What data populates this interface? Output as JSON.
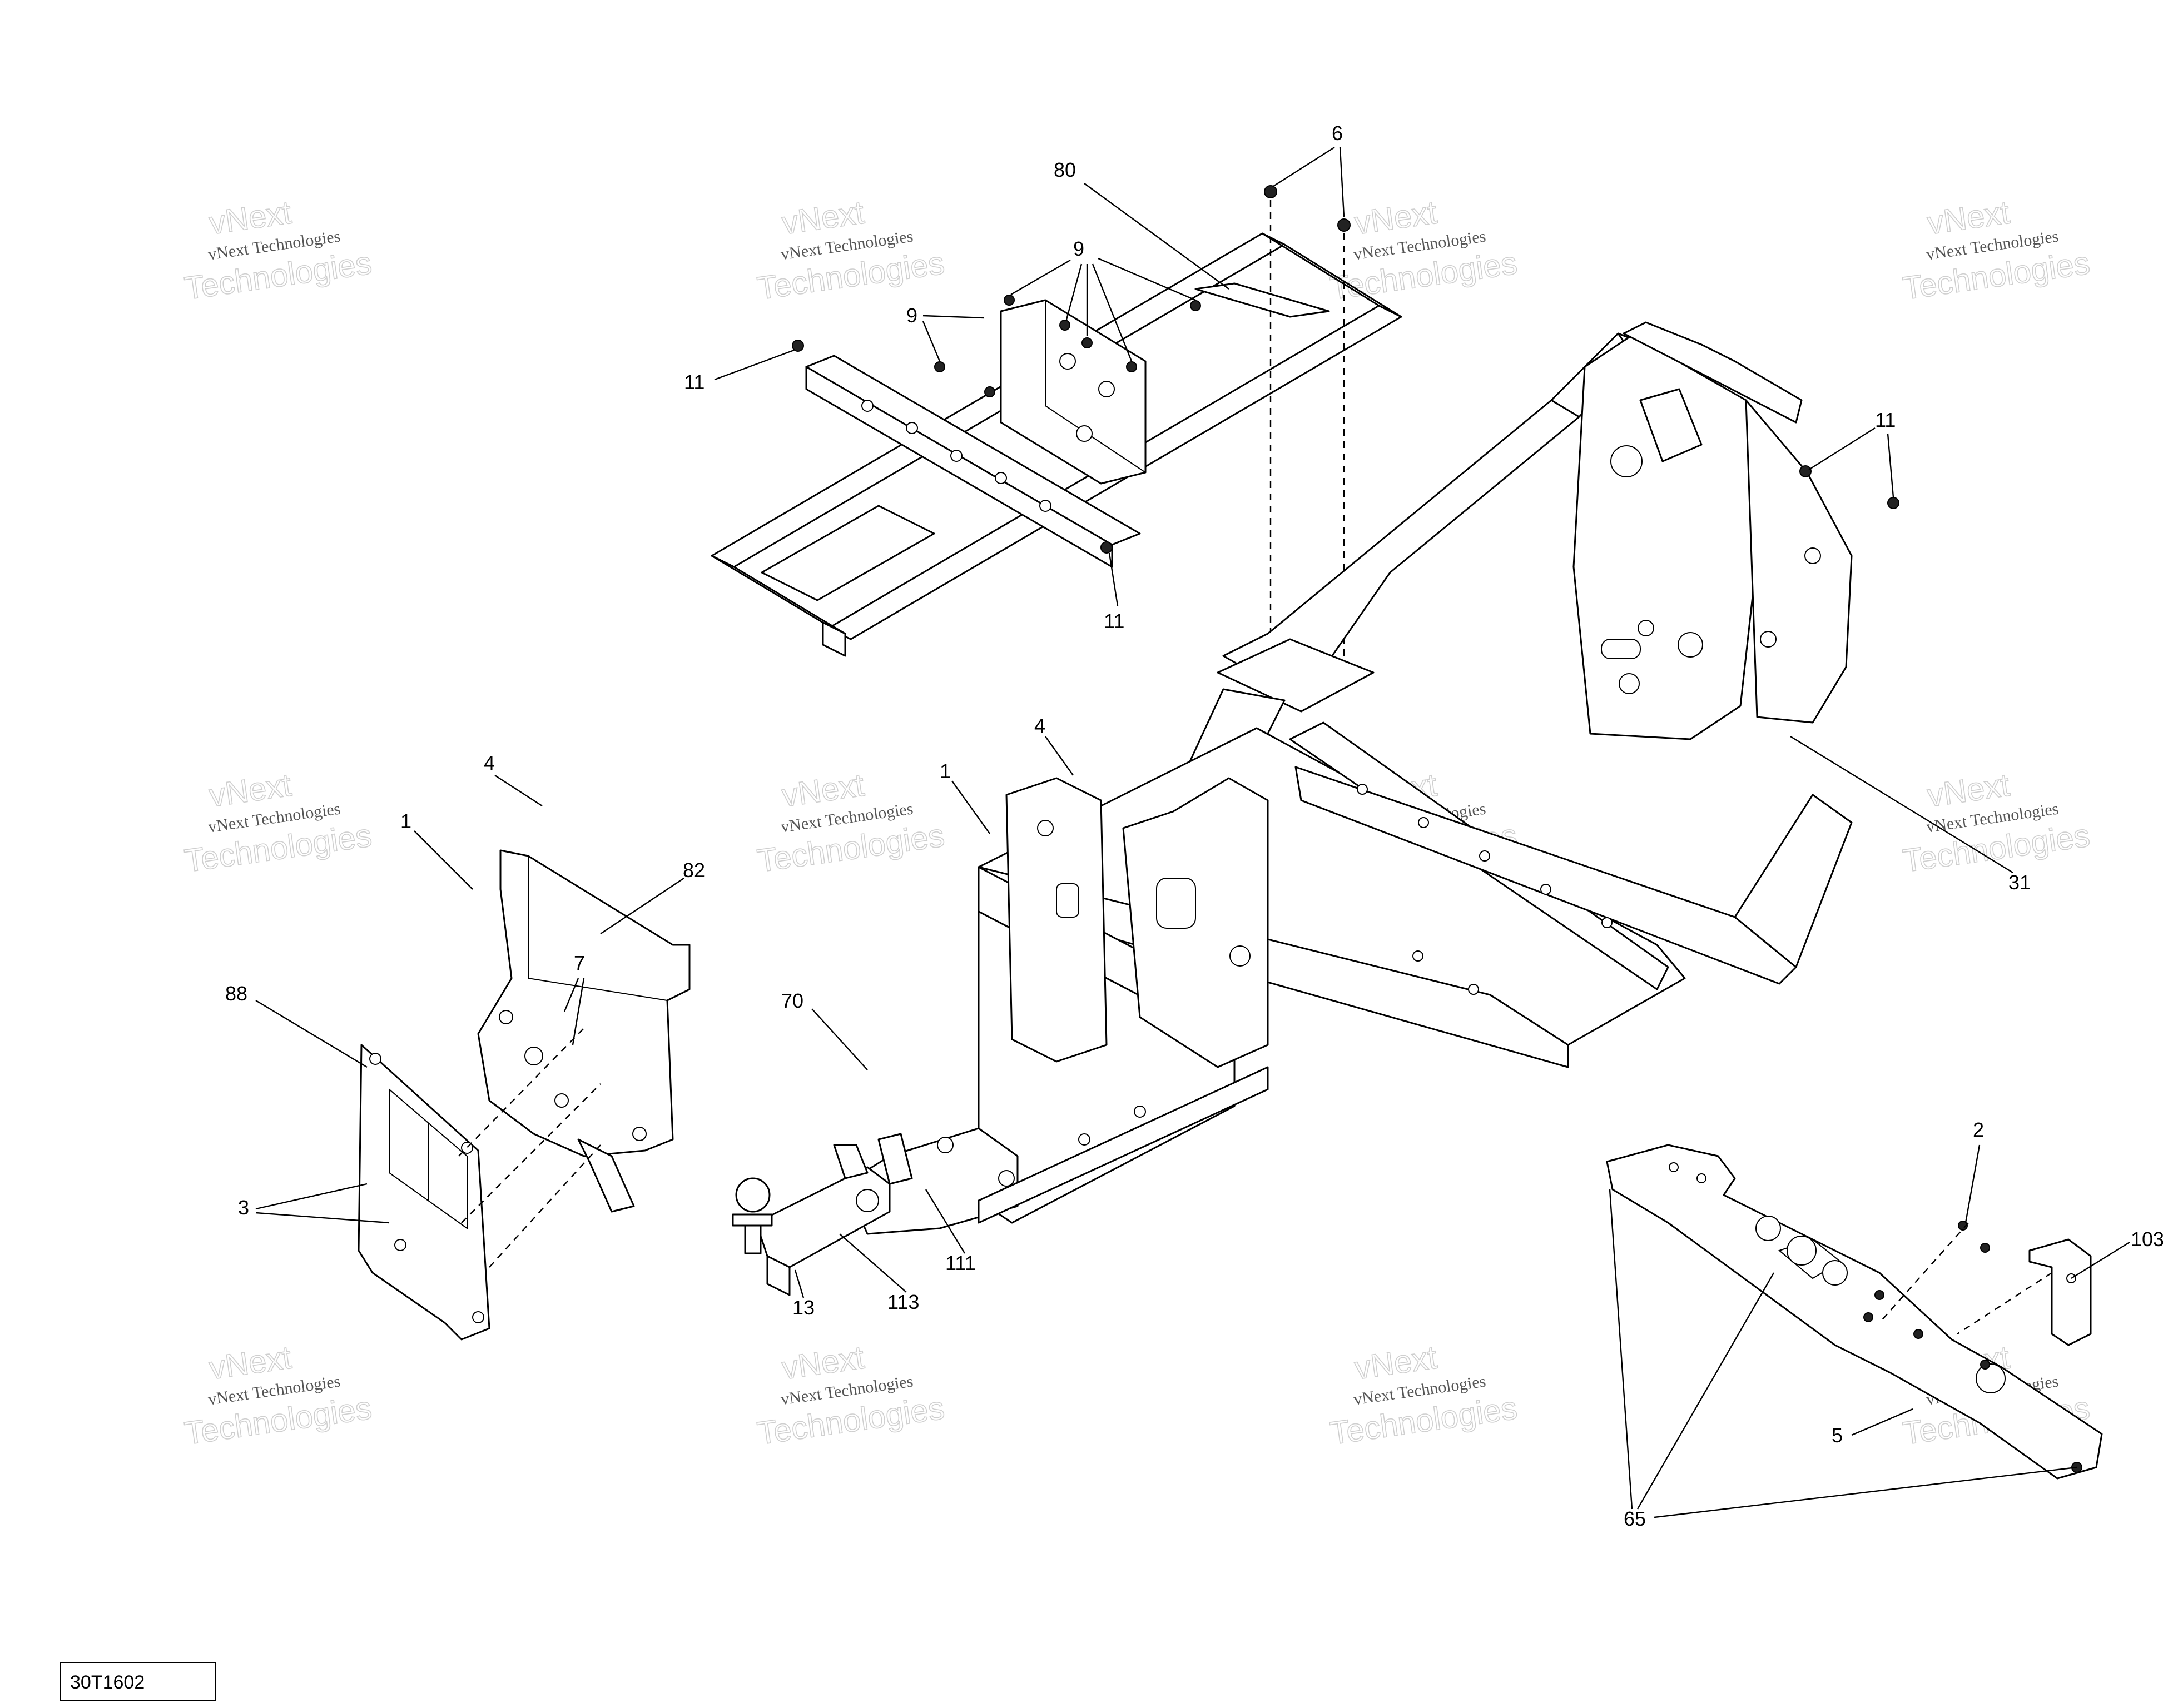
{
  "diagram_id": "30T1602",
  "watermark": {
    "line1": "vNext",
    "line2": "vNext Technologies",
    "line3": "Technologies"
  },
  "callouts": [
    "1",
    "1",
    "2",
    "3",
    "4",
    "4",
    "5",
    "6",
    "7",
    "9",
    "9",
    "11",
    "11",
    "11",
    "13",
    "31",
    "65",
    "70",
    "80",
    "82",
    "88",
    "103",
    "111",
    "113"
  ]
}
